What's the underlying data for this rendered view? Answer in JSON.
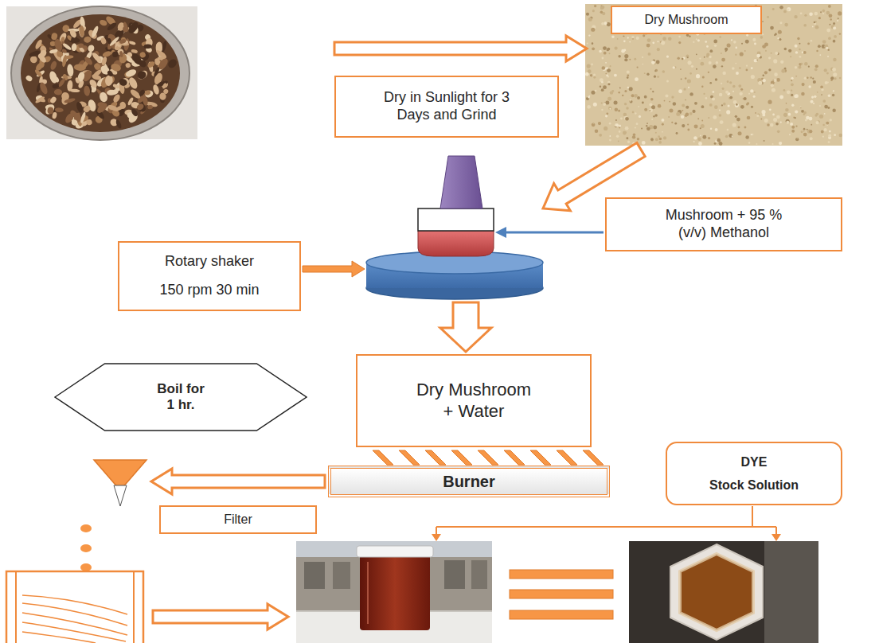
{
  "diagram": {
    "nodes": [
      {
        "text": [
          "Dry Mushroom"
        ]
      },
      {
        "text": [
          "Dry in Sunlight for 3 Days and Grind"
        ]
      },
      {
        "text": [
          "Mushroom + 95 % (v/v) Methanol"
        ]
      },
      {
        "text": [
          "Rotary shaker",
          "150 rpm 30 min"
        ]
      },
      {
        "text": [
          "Boil for 1 hr."
        ]
      },
      {
        "text": [
          "Dry Mushroom + Water"
        ]
      },
      {
        "text": [
          "DYE",
          "Stock Solution"
        ]
      },
      {
        "text": [
          "Burner"
        ]
      },
      {
        "text": [
          "Filter"
        ]
      }
    ]
  }
}
